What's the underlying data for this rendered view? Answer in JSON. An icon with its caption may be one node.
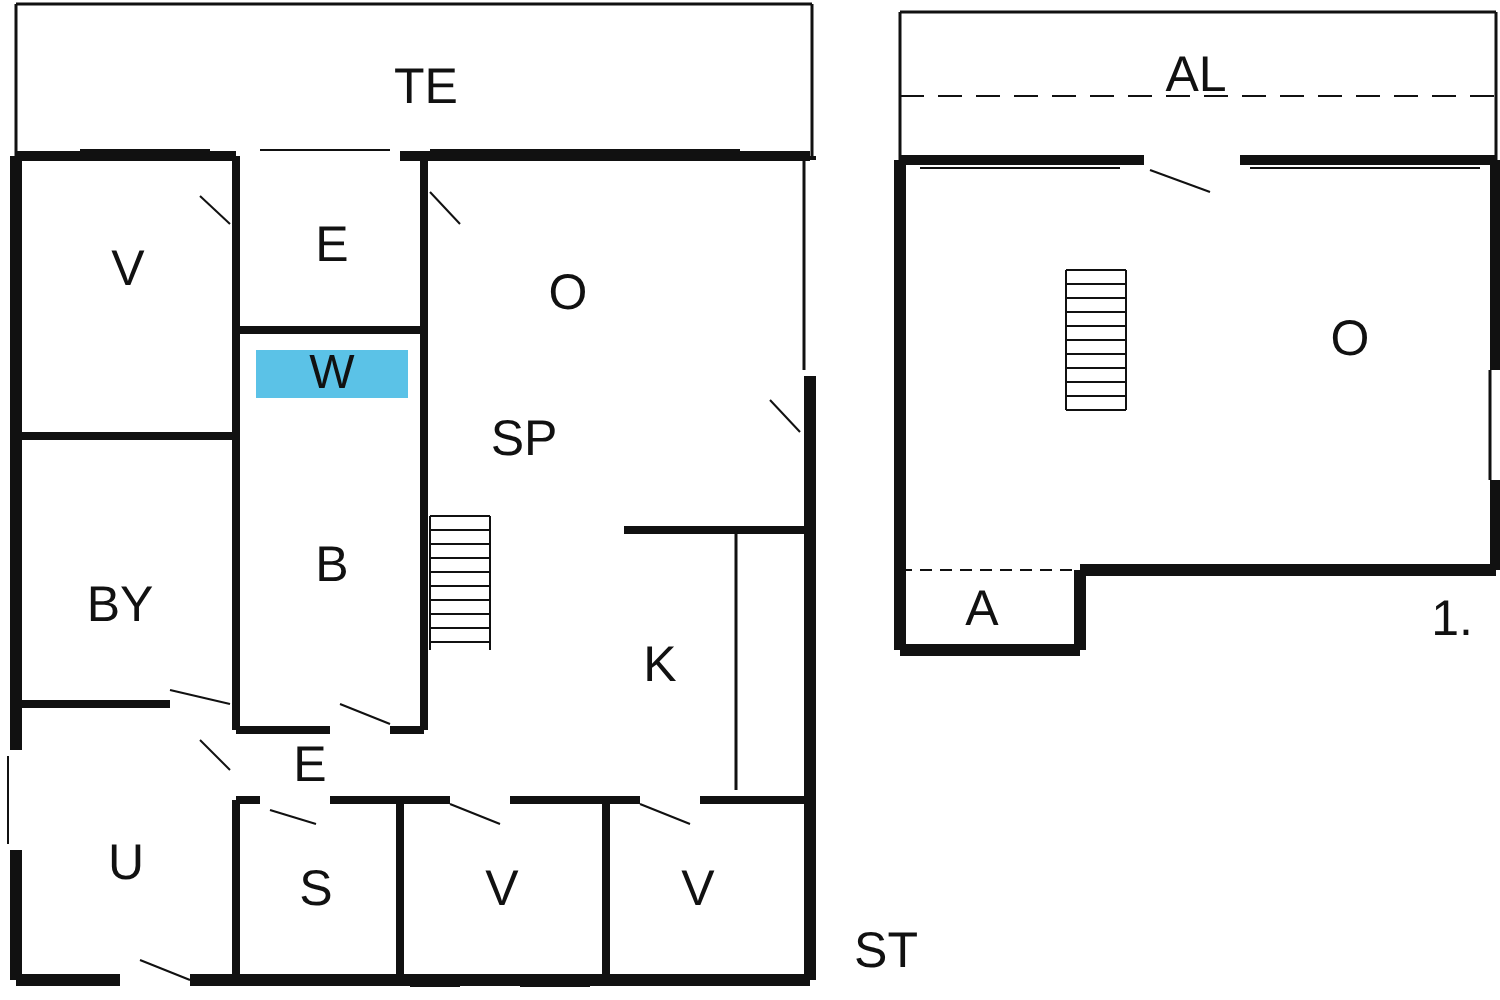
{
  "diagram": {
    "nodes": [
      {
        "text": [
          "W"
        ]
      }
    ],
    "labels": [
      "TE",
      "AL",
      "V",
      "E",
      "O",
      "O",
      "SP",
      "BY",
      "B",
      "A",
      "1.",
      "K",
      "E",
      "U",
      "S",
      "V",
      "V",
      "ST"
    ]
  }
}
